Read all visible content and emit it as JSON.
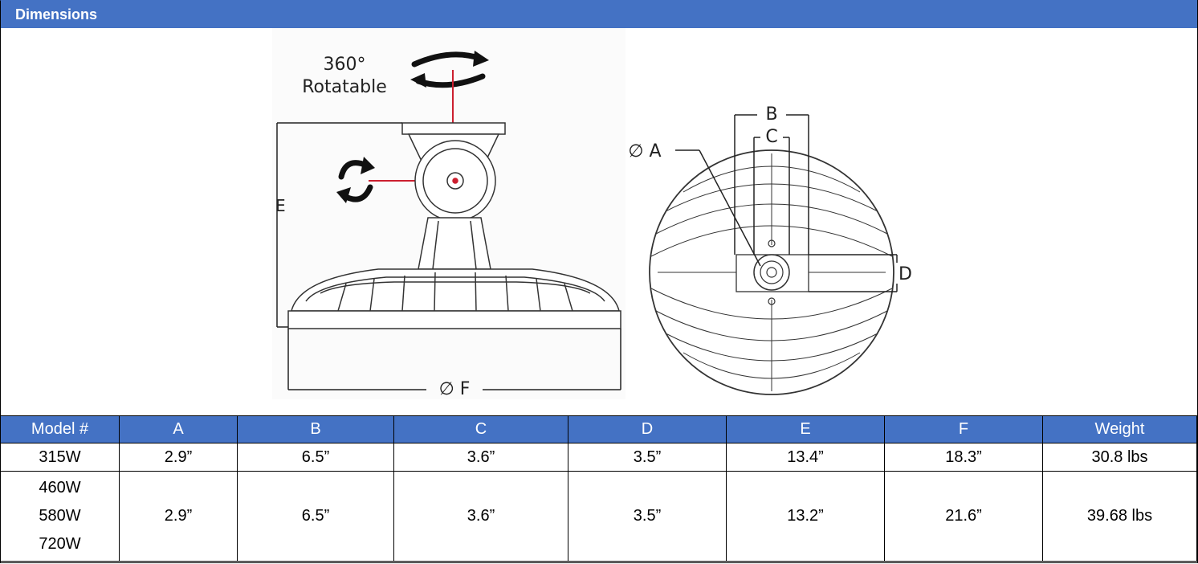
{
  "section": {
    "title": "Dimensions"
  },
  "diagram": {
    "rotate_label_line1": "360°",
    "rotate_label_line2": "Rotatable",
    "label_E": "E",
    "label_F": "∅ F",
    "label_A": "∅ A",
    "label_B": "B",
    "label_C": "C",
    "label_D": "D",
    "colors": {
      "line": "#222222",
      "accent": "#cc1f2f",
      "header": "#4472c4"
    }
  },
  "table": {
    "headers": [
      "Model #",
      "A",
      "B",
      "C",
      "D",
      "E",
      "F",
      "Weight"
    ],
    "rows": [
      {
        "model": [
          "315W"
        ],
        "A": "2.9”",
        "B": "6.5”",
        "C": "3.6”",
        "D": "3.5”",
        "E": "13.4”",
        "F": "18.3”",
        "weight": "30.8 lbs"
      },
      {
        "model": [
          "460W",
          "580W",
          "720W"
        ],
        "A": "2.9”",
        "B": "6.5”",
        "C": "3.6”",
        "D": "3.5”",
        "E": "13.2”",
        "F": "21.6”",
        "weight": "39.68 lbs"
      }
    ]
  }
}
